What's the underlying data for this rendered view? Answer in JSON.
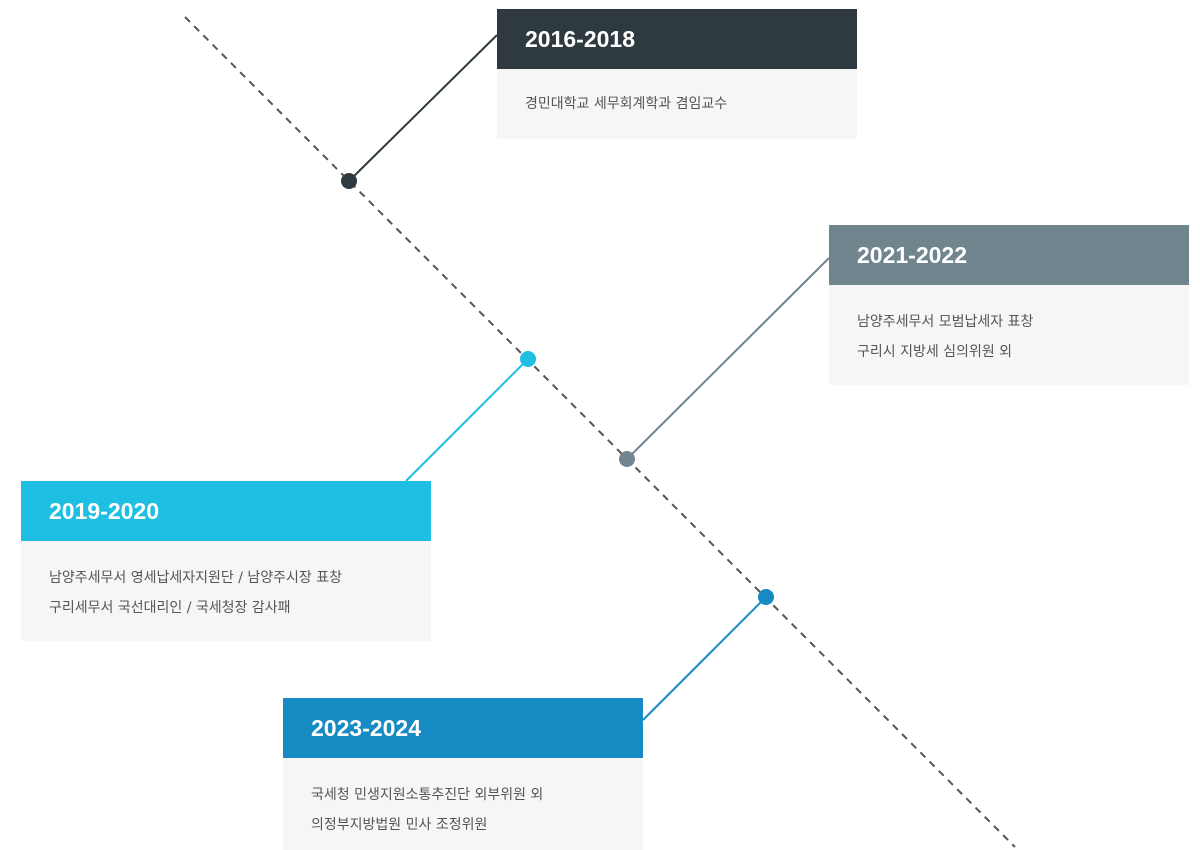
{
  "timeline": {
    "entries": [
      {
        "period": "2016-2018",
        "color": "#2e3a40",
        "lines": [
          "경민대학교 세무회계학과 겸임교수"
        ]
      },
      {
        "period": "2021-2022",
        "color": "#70858e",
        "lines": [
          "남양주세무서 모범납세자 표창",
          "구리시 지방세 심의위원 외"
        ]
      },
      {
        "period": "2019-2020",
        "color": "#1ebfe2",
        "lines": [
          "남양주세무서 영세납세자지원단 / 남양주시장 표창",
          "구리세무서 국선대리인 / 국세청장 감사패"
        ]
      },
      {
        "period": "2023-2024",
        "color": "#168ac2",
        "lines": [
          "국세청 민생지원소통추진단 외부위원 외",
          "의정부지방법원 민사 조정위원"
        ]
      }
    ],
    "axis_color": "#555555"
  }
}
